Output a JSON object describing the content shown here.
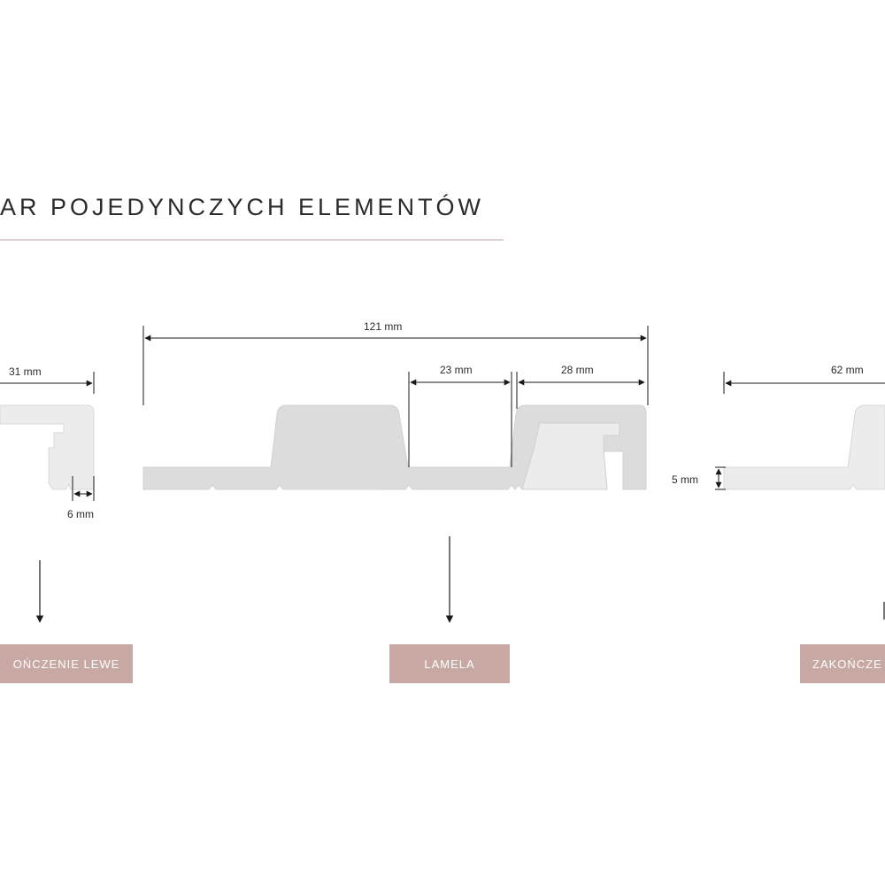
{
  "header": {
    "title": "AR POJEDYNCZYCH ELEMENTÓW"
  },
  "dimensions": {
    "left_width": "31 mm",
    "left_groove": "6 mm",
    "lamela_total": "121 mm",
    "lamela_gap": "23 mm",
    "lamela_rib": "28 mm",
    "right_width": "62 mm",
    "right_thickness": "5 mm"
  },
  "labels": {
    "left": "OŃCZENIE LEWE",
    "center": "LAMELA",
    "right": "ZAKOŃCZE"
  },
  "colors": {
    "profile_fill": "#dedede",
    "profile_light": "#ececec",
    "label_bg": "#c7a8a2",
    "rule": "#d9cfcf"
  }
}
